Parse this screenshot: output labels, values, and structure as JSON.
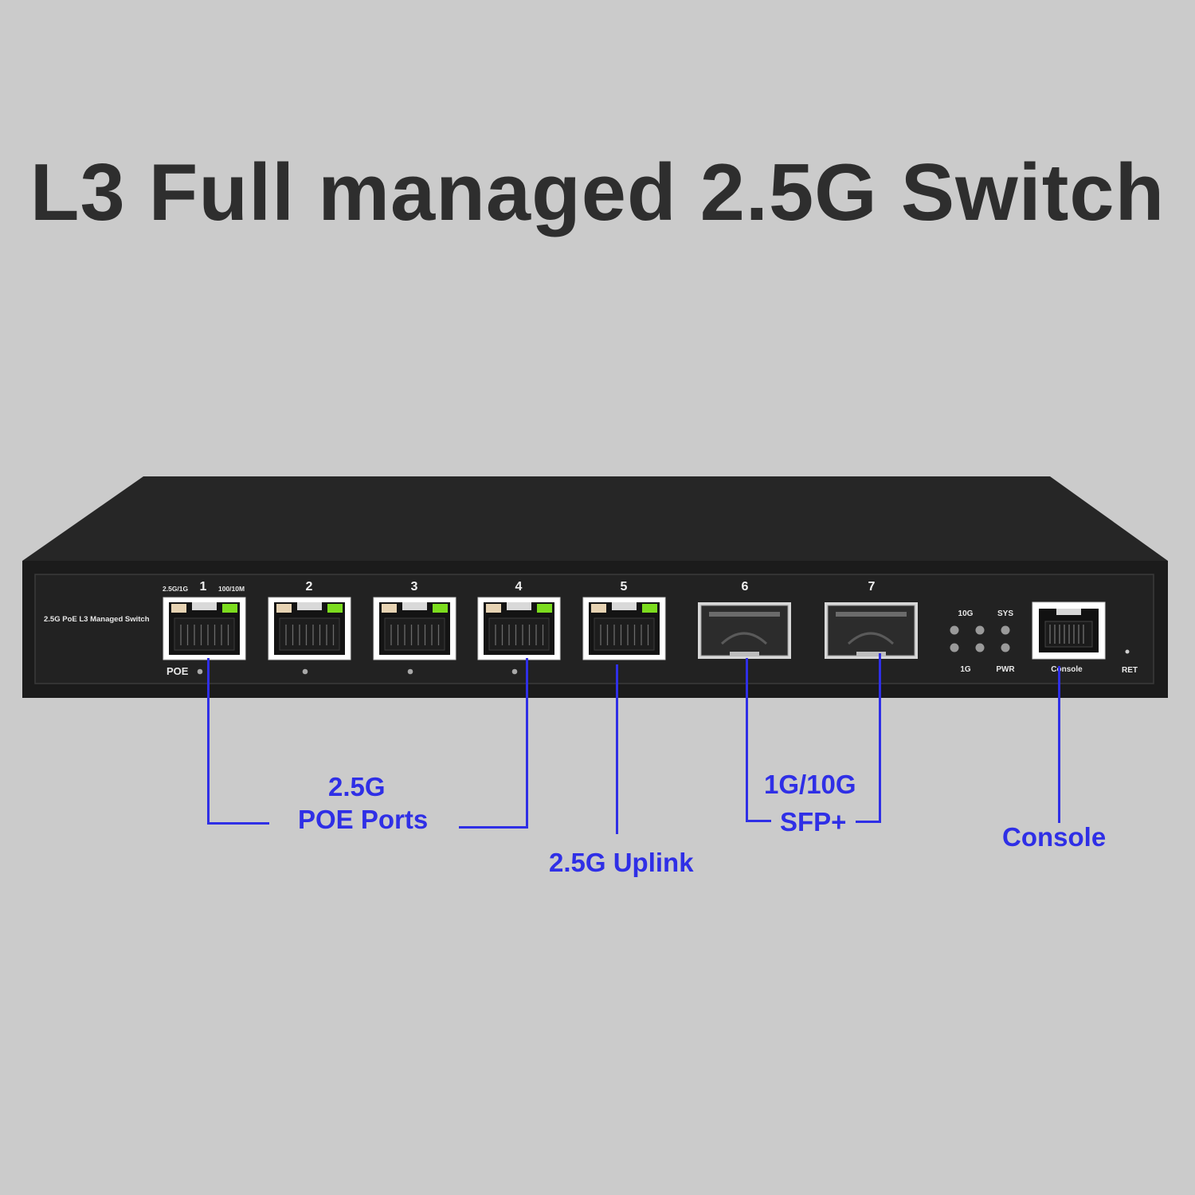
{
  "title": "L3 Full managed 2.5G Switch",
  "device": {
    "model_label": "2.5G PoE L3 Managed Switch",
    "speed_label_left": "2.5G/1G",
    "speed_label_right": "100/10M",
    "poe_label": "POE",
    "rj45_ports": [
      "1",
      "2",
      "3",
      "4",
      "5"
    ],
    "sfp_ports": [
      "6",
      "7"
    ],
    "led_labels": {
      "top_left": "10G",
      "top_right": "SYS",
      "bottom_left": "1G",
      "bottom_right": "PWR"
    },
    "console_label": "Console",
    "reset_label": "RET"
  },
  "callouts": {
    "poe_ports_line1": "2.5G",
    "poe_ports_line2": "POE Ports",
    "uplink": "2.5G Uplink",
    "sfp_line1": "1G/10G",
    "sfp_line2": "SFP+",
    "console": "Console"
  },
  "colors": {
    "background": "#cbcbcb",
    "chassis": "#1e1e1e",
    "callout": "#2f2fe6",
    "title": "#2e2e2e",
    "led_green": "#7cdc1e"
  }
}
